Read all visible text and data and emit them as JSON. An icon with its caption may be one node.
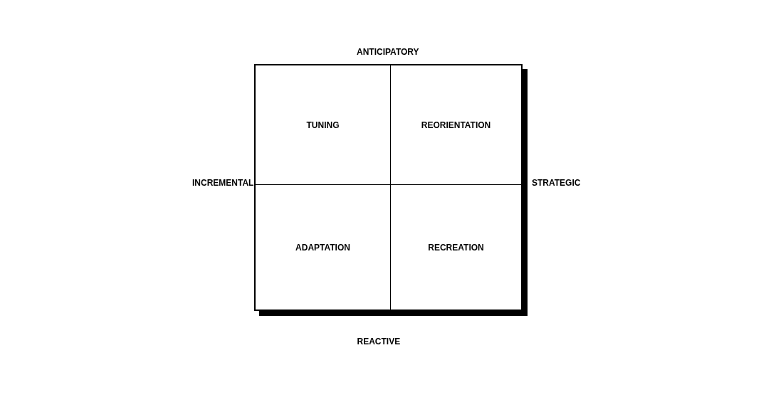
{
  "diagram": {
    "nodes": [
      {
        "text": [
          "TUNING"
        ]
      },
      {
        "text": [
          "REORIENTATION"
        ]
      },
      {
        "text": [
          "ADAPTATION"
        ]
      },
      {
        "text": [
          "RECREATION"
        ]
      }
    ],
    "labels": [
      "ANTICIPATORY",
      "INCREMENTAL",
      "STRATEGIC",
      "REACTIVE"
    ]
  }
}
